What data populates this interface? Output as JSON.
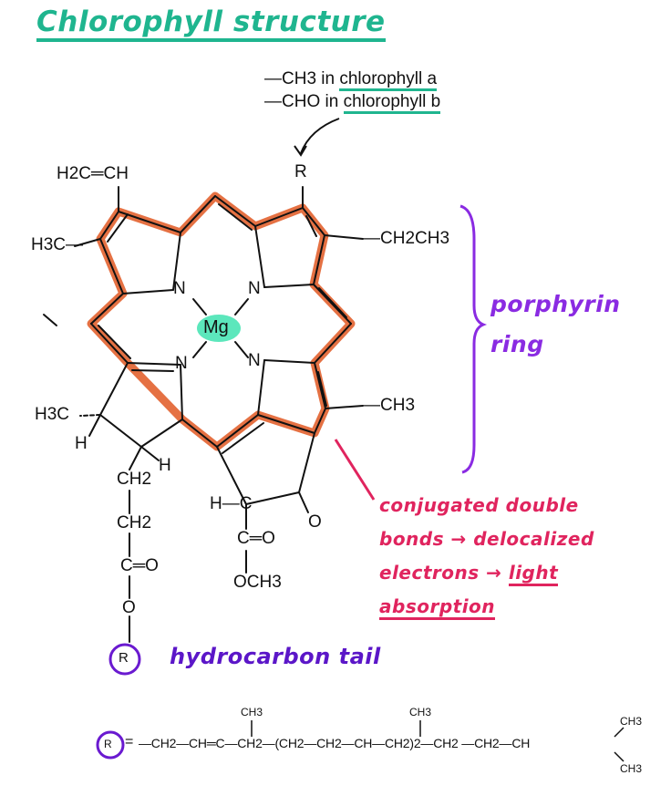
{
  "title": "Chlorophyll structure",
  "r_note": {
    "line_a_group": "—CH3 in ",
    "line_a_name": "chlorophyll a",
    "line_b_group": "—CHO in ",
    "line_b_name": "chlorophyll b"
  },
  "atoms": {
    "vinyl": "H2C═CH",
    "r": "R",
    "ethyl": "—CH2CH3",
    "methyl_left": "H3C—",
    "n1": "N",
    "n2": "N",
    "n3": "N",
    "n4": "N",
    "mg": "Mg",
    "methyl_right": "—CH3",
    "methyl_lower_left": "H3C",
    "h_left": "H",
    "h_mid": "H",
    "ch2_a": "CH2",
    "ch2_b": "CH2",
    "carbonyl_ester": "C═O",
    "ether_o": "O",
    "r_circle": "R",
    "h_ring": "H—C",
    "ketone_o": "O",
    "carbonyl_methyl_ester": "C═O",
    "och3": "OCH3"
  },
  "labels": {
    "porphyrin_line1": "porphyrin",
    "porphyrin_line2": "ring",
    "conj_line1": "conjugated double",
    "conj_line2": "bonds → delocalized",
    "conj_line3_a": "electrons → ",
    "conj_line3_b": "light",
    "conj_line4": "absorption",
    "hydrocarbon_tail": "hydrocarbon tail"
  },
  "formula": {
    "r_circle": "R",
    "equals": "=",
    "chain": "—CH2—CH═C—CH2—(CH2—CH2—CH—CH2)2—CH2 —CH2—CH",
    "methyl_top_1": "CH3",
    "methyl_top_2": "CH3",
    "methyl_end_top": "CH3",
    "methyl_end_bottom": "CH3"
  },
  "colors": {
    "title_teal": "#1fb58f",
    "conjugation_orange": "#e2622f",
    "porphyrin_purple": "#8a2be2",
    "annotation_red": "#e0245e",
    "tail_purple": "#5b16c8",
    "mg_highlight": "#3fe3b0"
  }
}
